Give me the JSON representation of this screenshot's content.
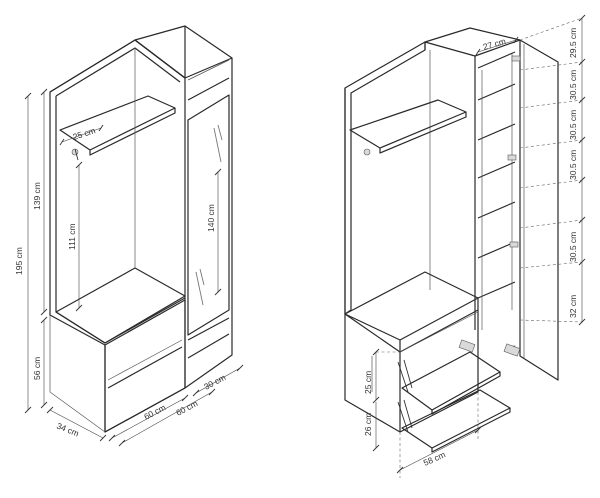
{
  "dimensions": {
    "height_total": "195 cm",
    "height_upper": "139 cm",
    "height_base": "56 cm",
    "shelf_depth": "25 cm",
    "hook_area_height": "111 cm",
    "door_height": "140 cm",
    "depth": "34 cm",
    "width_left": "60 cm",
    "width_right": "60 cm",
    "width_door": "30 cm",
    "top_compartment": "29.5 cm",
    "shelf_spacing_1": "30.5 cm",
    "shelf_spacing_2": "30.5 cm",
    "shelf_spacing_3": "30.5 cm",
    "shelf_spacing_4": "30.5 cm",
    "bottom_compartment": "32 cm",
    "inner_depth": "27 cm",
    "shoe_rack_1": "25 cm",
    "shoe_rack_2": "26 cm",
    "base_width": "58 cm"
  }
}
